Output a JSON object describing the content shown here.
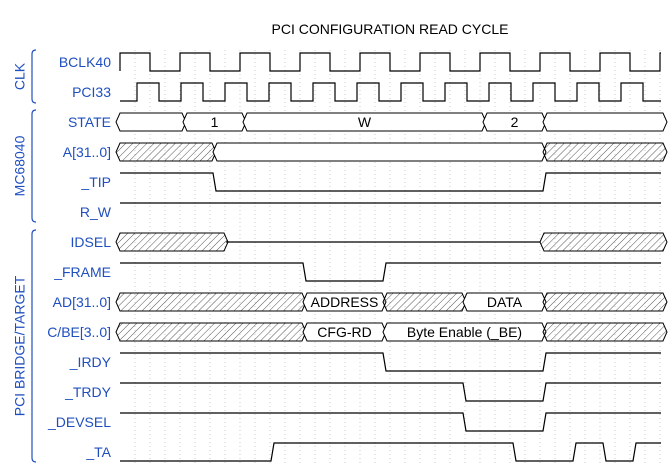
{
  "title": "PCI CONFIGURATION READ CYCLE",
  "colors": {
    "label": "#1f4fbf",
    "wave": "#000000",
    "hatch": "#444444",
    "grid": "#aaaaaa"
  },
  "groups": [
    {
      "id": "clk",
      "label": "CLK"
    },
    {
      "id": "mc",
      "label": "MC68040"
    },
    {
      "id": "pci",
      "label": "PCI BRIDGE/TARGET"
    }
  ],
  "signals": [
    {
      "id": "bclk40",
      "label": "BCLK40"
    },
    {
      "id": "pci33",
      "label": "PCI33"
    },
    {
      "id": "state",
      "label": "STATE",
      "values": [
        "1",
        "W",
        "2"
      ]
    },
    {
      "id": "addr",
      "label": "A[31..0]"
    },
    {
      "id": "tip",
      "label": "_TIP"
    },
    {
      "id": "rw",
      "label": "R_W"
    },
    {
      "id": "idsel",
      "label": "IDSEL"
    },
    {
      "id": "frame",
      "label": "_FRAME"
    },
    {
      "id": "ad",
      "label": "AD[31..0]",
      "values": [
        "ADDRESS",
        "DATA"
      ]
    },
    {
      "id": "cbe",
      "label": "C/BE[3..0]",
      "values": [
        "CFG-RD",
        "Byte Enable (_BE)"
      ]
    },
    {
      "id": "irdy",
      "label": "_IRDY"
    },
    {
      "id": "trdy",
      "label": "_TRDY"
    },
    {
      "id": "devsel",
      "label": "_DEVSEL"
    },
    {
      "id": "ta",
      "label": "_TA"
    }
  ]
}
